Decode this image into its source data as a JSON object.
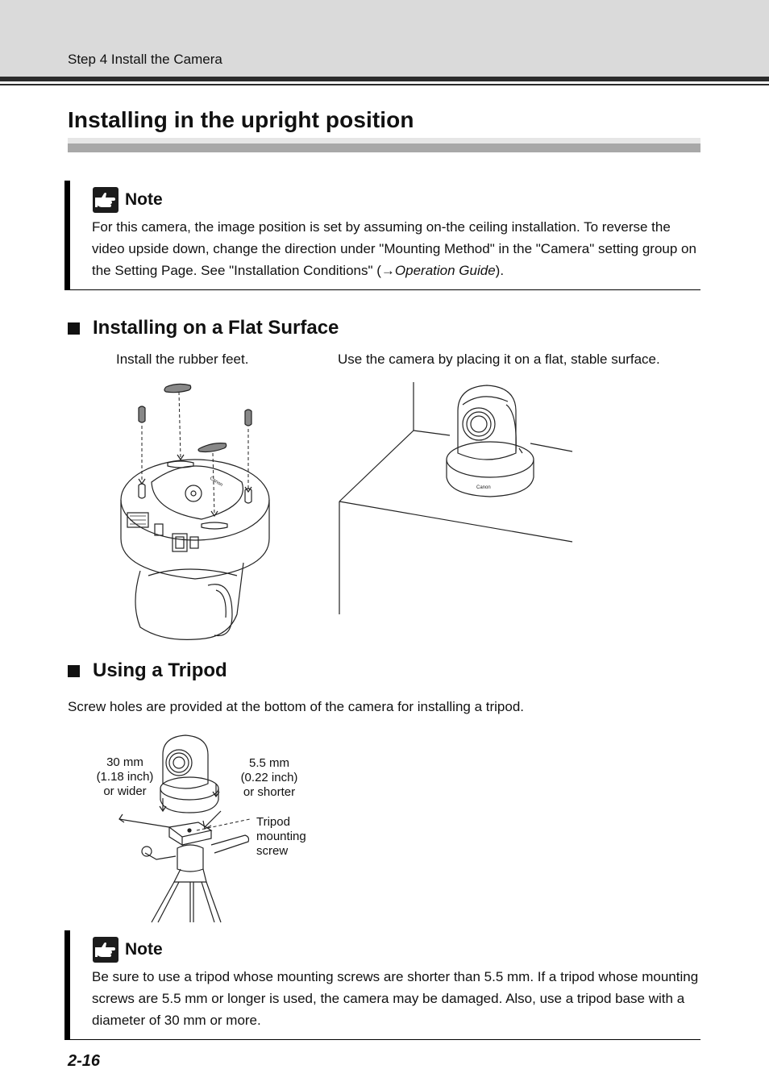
{
  "header": {
    "breadcrumb": "Step 4 Install the Camera"
  },
  "page_title": "Installing in the upright position",
  "note1": {
    "title": "Note",
    "body_pre": "For this camera, the image position is set by assuming on-the ceiling installation. To reverse the video upside down, change the direction under \"Mounting Method\" in the \"Camera\" setting group on the Setting Page. See \"Installation Conditions\" (",
    "arrow": "→",
    "ref": "Operation Guide",
    "body_post": ")."
  },
  "flat_surface": {
    "heading": "Installing on a Flat Surface",
    "caption_left": "Install the rubber feet.",
    "caption_right": "Use the camera by placing it on a flat, stable surface.",
    "brand_mark": "Canon"
  },
  "tripod": {
    "heading": "Using a Tripod",
    "body": "Screw holes are provided at the bottom of the camera for installing a tripod.",
    "label_diameter": [
      "30 mm",
      "(1.18 inch)",
      "or wider"
    ],
    "label_screw": [
      "5.5 mm",
      "(0.22 inch)",
      "or shorter"
    ],
    "label_mount": [
      "Tripod",
      "mounting",
      "screw"
    ]
  },
  "note2": {
    "title": "Note",
    "body": "Be sure to use a tripod whose mounting screws are shorter than 5.5 mm. If a tripod whose mounting screws are 5.5 mm or longer is used, the camera may be damaged. Also, use a tripod base with a diameter of 30 mm or more."
  },
  "footer": {
    "page_number": "2-16"
  },
  "icons": {
    "note": "hand-pointing-icon",
    "bullet": "square-bullet-icon"
  }
}
